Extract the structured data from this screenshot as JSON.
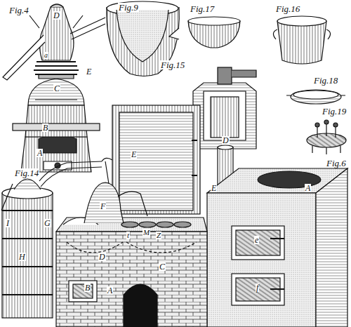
{
  "diagram": {
    "labels": [
      "Fig.4",
      "D",
      "a",
      "E",
      "C",
      "B",
      "A",
      "Fig.9",
      "Fig.17",
      "Fig.16",
      "Fig.15",
      "Fig.18",
      "Fig.19",
      "D",
      "Fig.6",
      "E",
      "A",
      "e",
      "f",
      "Fig.14",
      "F",
      "I",
      "G",
      "H",
      "D",
      "B",
      "E",
      "t",
      "M",
      "Z",
      "C",
      "A"
    ]
  }
}
